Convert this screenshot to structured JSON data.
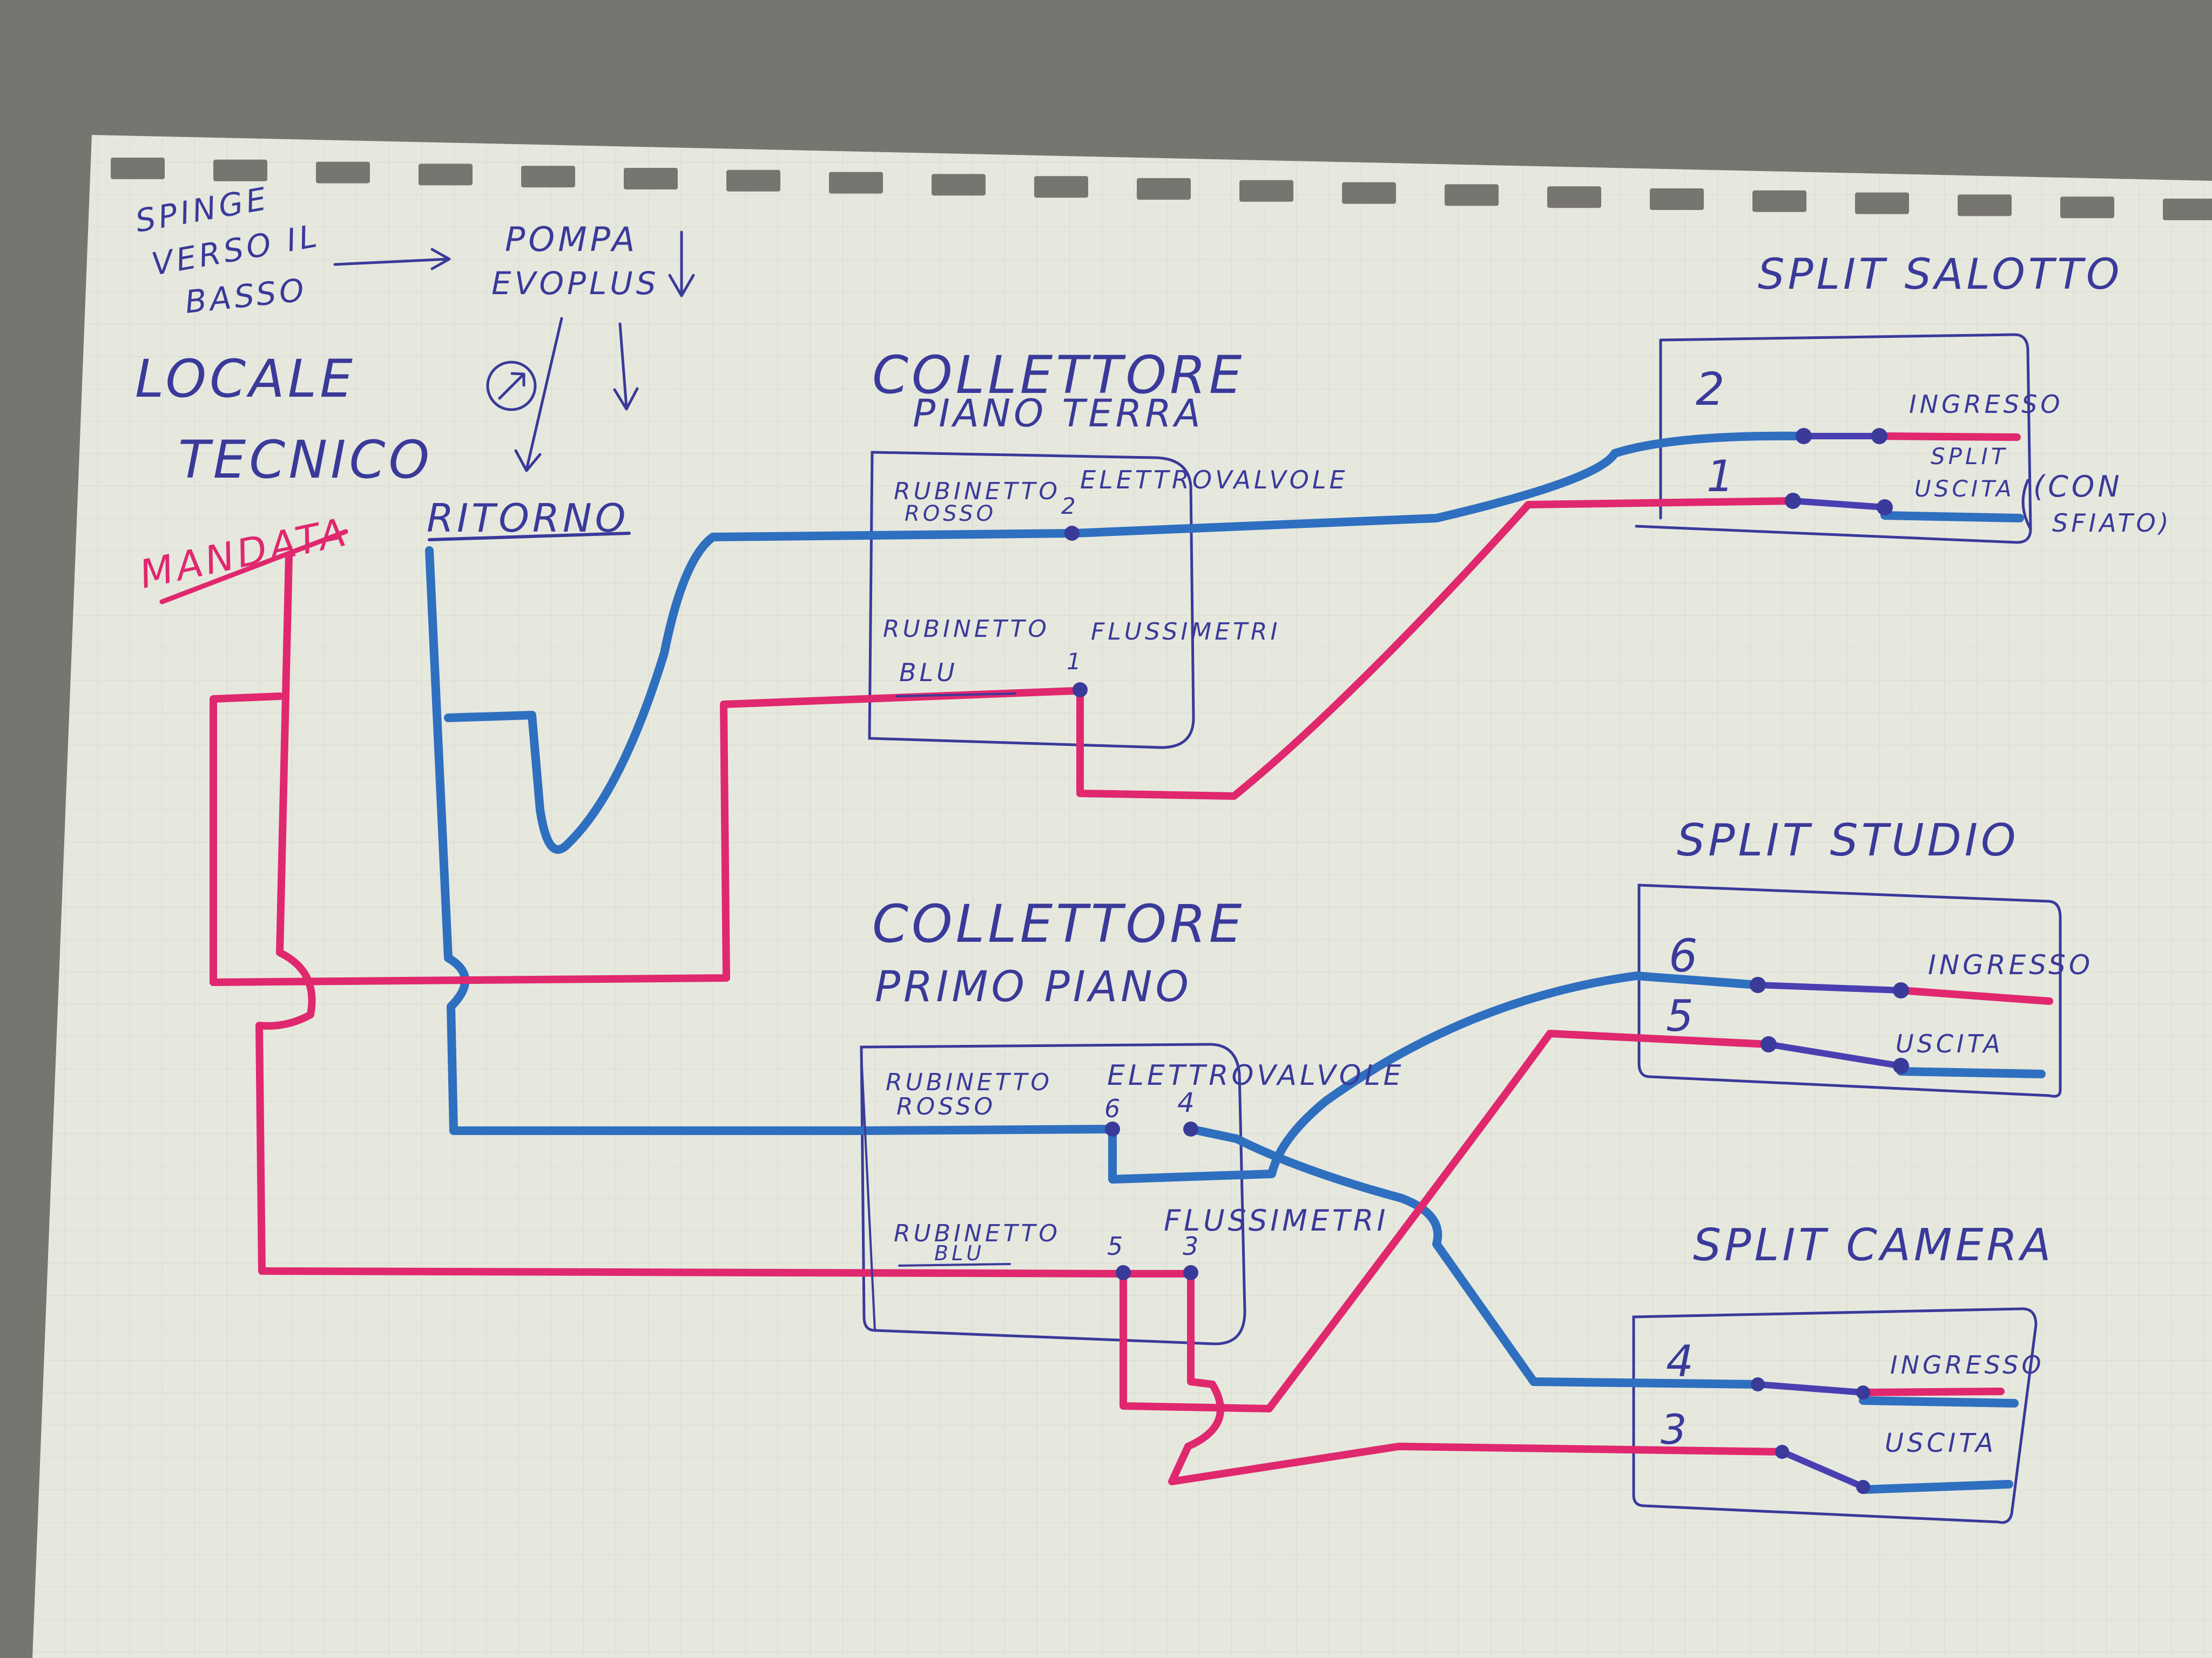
{
  "colors": {
    "background": "#77756f",
    "paper": "#e6e8de",
    "grid": "#cdd3cc",
    "ink": "#3a3a9a",
    "blue_pipe": "#2f6fc0",
    "red_pipe": "#e0286e"
  },
  "labels": {
    "spinge_1": "SPINGE",
    "spinge_2": "VERSO IL",
    "spinge_3": "BASSO",
    "pompa_1": "POMPA",
    "pompa_2": "EVOPLUS",
    "locale": "LOCALE",
    "tecnico": "TECNICO",
    "mandata": "MANDATA",
    "ritorno": "RITORNO"
  },
  "collettore_pt": {
    "title_1": "COLLETTORE",
    "title_2": "PIANO TERRA",
    "rub_rosso_1": "RUBINETTO",
    "rub_rosso_2": "ROSSO",
    "rub_blu_1": "RUBINETTO",
    "rub_blu_2": "BLU",
    "elettrovalvole": "ELETTROVALVOLE",
    "flussimetri": "FLUSSIMETRI",
    "n_top": "2",
    "n_bottom": "1"
  },
  "collettore_pp": {
    "title_1": "COLLETTORE",
    "title_2": "PRIMO PIANO",
    "rub_rosso_1": "RUBINETTO",
    "rub_rosso_2": "ROSSO",
    "rub_blu_1": "RUBINETTO",
    "rub_blu_2": "BLU",
    "elettrovalvole": "ELETTROVALVOLE",
    "flussimetri": "FLUSSIMETRI",
    "n6": "6",
    "n4": "4",
    "n5": "5",
    "n3": "3"
  },
  "split_salotto": {
    "title": "SPLIT SALOTTO",
    "n_in": "2",
    "n_out": "1",
    "ingresso": "INGRESSO",
    "uscita_1": "SPLIT",
    "uscita_2": "USCITA",
    "note_1": "(CON",
    "note_2": "SFIATO)"
  },
  "split_studio": {
    "title": "SPLIT STUDIO",
    "n_in": "6",
    "n_out": "5",
    "ingresso": "INGRESSO",
    "uscita": "USCITA"
  },
  "split_camera": {
    "title": "SPLIT CAMERA",
    "n_in": "4",
    "n_out": "3",
    "ingresso": "INGRESSO",
    "uscita": "USCITA"
  }
}
